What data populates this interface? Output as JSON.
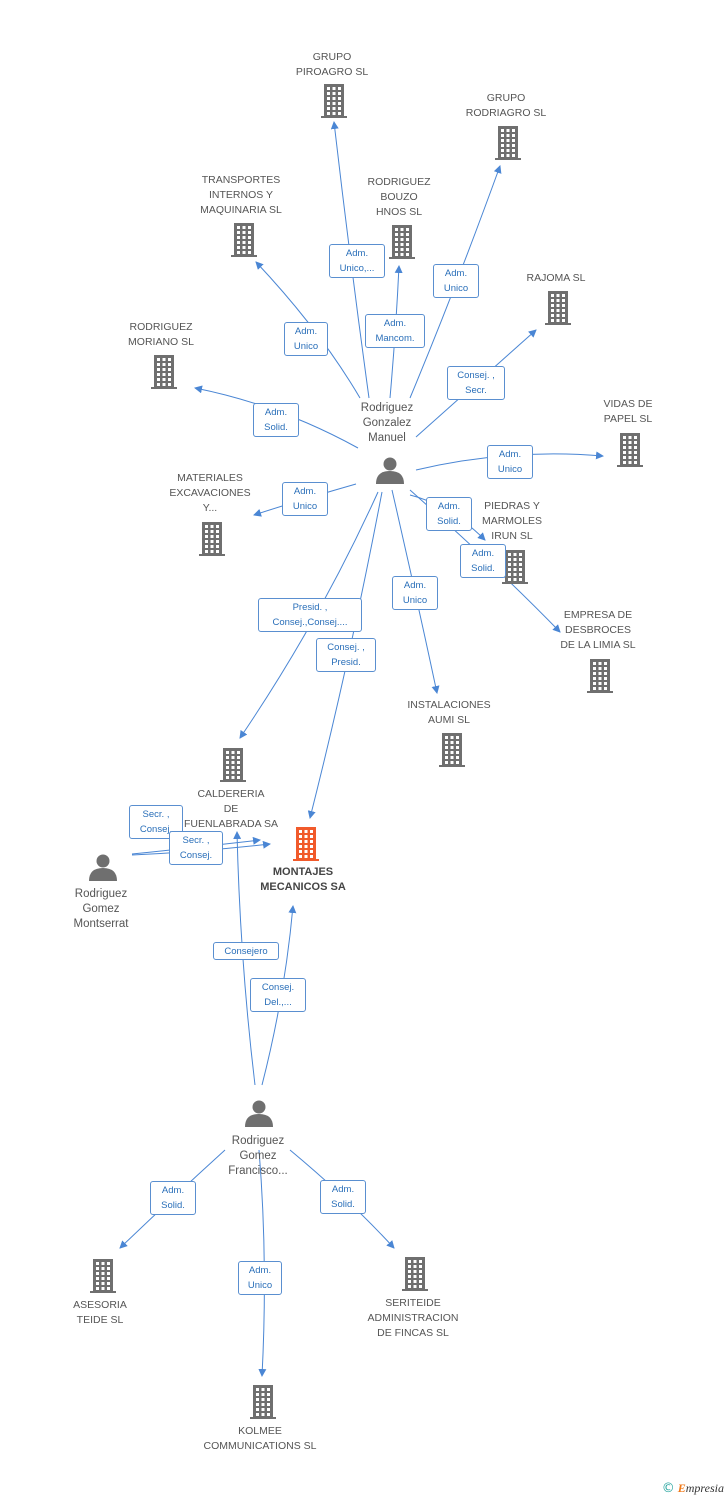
{
  "colors": {
    "edge": "#4a86d4",
    "building": "#6f6f6f",
    "focus": "#f15a2b",
    "person": "#6f6f6f"
  },
  "nodes": {
    "piroagro": {
      "label": "GRUPO\nPIROAGRO SL",
      "icon": "building-icon"
    },
    "rodriagro": {
      "label": "GRUPO\nRODRIAGRO SL",
      "icon": "building-icon"
    },
    "transportes": {
      "label": "TRANSPORTES\nINTERNOS Y\nMAQUINARIA SL",
      "icon": "building-icon"
    },
    "bouzo": {
      "label": "RODRIGUEZ\nBOUZO\nHNOS SL",
      "icon": "building-icon"
    },
    "rajoma": {
      "label": "RAJOMA SL",
      "icon": "building-icon"
    },
    "moriano": {
      "label": "RODRIGUEZ\nMORIANO SL",
      "icon": "building-icon"
    },
    "vidas": {
      "label": "VIDAS DE\nPAPEL SL",
      "icon": "building-icon"
    },
    "materiales": {
      "label": "MATERIALES\nEXCAVACIONES\nY...",
      "icon": "building-icon"
    },
    "piedras": {
      "label": "PIEDRAS Y\nMARMOLES\nIRUN SL",
      "icon": "building-icon"
    },
    "desbroces": {
      "label": "EMPRESA DE\nDESBROCES\nDE LA LIMIA SL",
      "icon": "building-icon"
    },
    "instalaciones": {
      "label": "INSTALACIONES\nAUMI SL",
      "icon": "building-icon"
    },
    "caldereria": {
      "label": "CALDERERIA\nDE\nFUENLABRADA SA",
      "icon": "building-icon"
    },
    "montajes": {
      "label": "MONTAJES\nMECANICOS SA",
      "icon": "building-icon"
    },
    "manuel": {
      "label": "Rodriguez\nGonzalez\nManuel",
      "icon": "person-icon"
    },
    "montserrat": {
      "label": "Rodriguez\nGomez\nMontserrat",
      "icon": "person-icon"
    },
    "francisco": {
      "label": "Rodriguez\nGomez\nFrancisco...",
      "icon": "person-icon"
    },
    "asesoria": {
      "label": "ASESORIA\nTEIDE SL",
      "icon": "building-icon"
    },
    "seriteide": {
      "label": "SERITEIDE\nADMINISTRACION\nDE FINCAS SL",
      "icon": "building-icon"
    },
    "kolmee": {
      "label": "KOLMEE\nCOMMUNICATIONS SL",
      "icon": "building-icon"
    }
  },
  "edges": [
    {
      "from": "manuel",
      "to": "piroagro",
      "label": "Adm.\nUnico,..."
    },
    {
      "from": "manuel",
      "to": "rodriagro",
      "label": "Adm.\nUnico"
    },
    {
      "from": "manuel",
      "to": "transportes",
      "label": "Adm.\nUnico"
    },
    {
      "from": "manuel",
      "to": "bouzo",
      "label": "Adm.\nMancom."
    },
    {
      "from": "manuel",
      "to": "rajoma",
      "label": "Consej. ,\nSecr."
    },
    {
      "from": "manuel",
      "to": "moriano",
      "label": "Adm.\nSolid."
    },
    {
      "from": "manuel",
      "to": "vidas",
      "label": "Adm.\nUnico"
    },
    {
      "from": "manuel",
      "to": "materiales",
      "label": "Adm.\nUnico"
    },
    {
      "from": "manuel",
      "to": "piedras",
      "label": "Adm.\nSolid."
    },
    {
      "from": "manuel",
      "to": "desbroces",
      "label": "Adm.\nSolid."
    },
    {
      "from": "manuel",
      "to": "instalaciones",
      "label": "Adm.\nUnico"
    },
    {
      "from": "manuel",
      "to": "caldereria",
      "label": "Presid. ,\nConsej.,Consej...."
    },
    {
      "from": "manuel",
      "to": "montajes",
      "label": "Consej. ,\nPresid."
    },
    {
      "from": "montserrat",
      "to": "caldereria",
      "label": "Secr. ,\nConsej."
    },
    {
      "from": "montserrat",
      "to": "montajes",
      "label": "Secr. ,\nConsej."
    },
    {
      "from": "francisco",
      "to": "caldereria",
      "label": "Consejero"
    },
    {
      "from": "francisco",
      "to": "montajes",
      "label": "Consej.\nDel.,..."
    },
    {
      "from": "francisco",
      "to": "asesoria",
      "label": "Adm.\nSolid."
    },
    {
      "from": "francisco",
      "to": "seriteide",
      "label": "Adm.\nSolid."
    },
    {
      "from": "francisco",
      "to": "kolmee",
      "label": "Adm.\nUnico"
    }
  ],
  "branding": {
    "copyright": "©",
    "brand_initial": "E",
    "brand_rest": "mpresia"
  }
}
